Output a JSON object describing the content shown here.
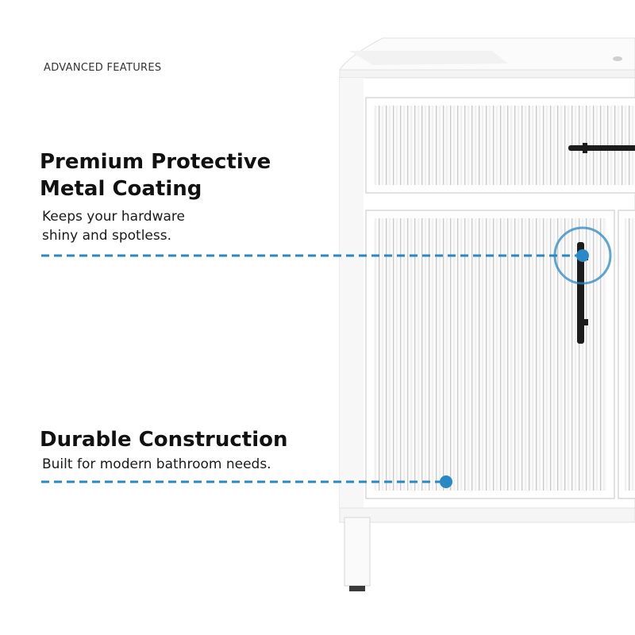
{
  "header": {
    "eyebrow": "ADVANCED FEATURES"
  },
  "features": [
    {
      "title_line1": "Premium Protective",
      "title_line2": "Metal Coating",
      "desc_line1": "Keeps your hardware",
      "desc_line2": "shiny and spotless."
    },
    {
      "title_line1": "Durable Construction",
      "desc_line1": "Built for modern bathroom needs."
    }
  ],
  "colors": {
    "accent": "#2a88c4",
    "cabinet": "#ffffff",
    "handle": "#1c1c1c",
    "text": "#111111"
  }
}
